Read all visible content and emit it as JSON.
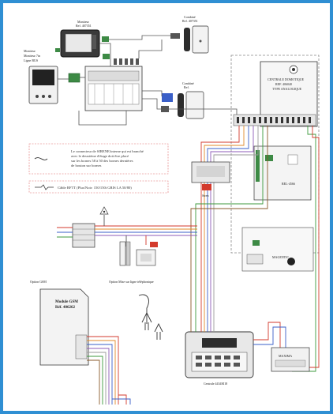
{
  "colors": {
    "frame": "#2f8fd3",
    "wire_red": "#d33a2c",
    "wire_orange": "#e08a2a",
    "wire_green": "#3c9a3c",
    "wire_blue": "#3a5fc8",
    "wire_purple": "#8d5bb8",
    "wire_brown": "#8a5a2b",
    "wire_gray": "#9a9a9a",
    "module_green": "#3d8a45",
    "module_blue": "#3a5fc8",
    "note_border": "#e06a6a"
  },
  "labels": {
    "monitor_top": [
      "Moniteur",
      "Ref. 407351"
    ],
    "monitor_left": [
      "Moniteur",
      "Moniteur 7in",
      "Ligne BUS"
    ],
    "combine_top": [
      "Combiné",
      "Ref. 407351"
    ],
    "combine_mid": [
      "Combiné",
      "Ref."
    ],
    "central_box": [
      "CENTRALE DOMOTIQUE",
      "REF. 406040",
      "TYPE ANALOGIQUE"
    ],
    "module_rel": "REL-4566",
    "note_text": [
      "Le connecteur de SIRENE/interne qui est branché",
      "avec le deuxième d'étage doit être placé",
      "sur les bornes 58 à 50 des bornes dernières",
      "de bouton sur bornes"
    ],
    "cable_note": "Câble RFTT (Plus/Noir: 150/150t GRIS LA 50/80)",
    "option_gsm": "Option GSM",
    "option_line": "Option Mise sur ligne téléphonique",
    "module_gsm": [
      "Module GSM",
      "Réf. 406262"
    ],
    "central_bottom": "Centrale 4434M18",
    "module_bottom_right": "MAXIMA",
    "keypad_label": "MAGENTIC"
  },
  "icons": [
    "monitor-icon",
    "handset-icon",
    "keypad-icon",
    "antenna-icon",
    "siren-icon"
  ]
}
